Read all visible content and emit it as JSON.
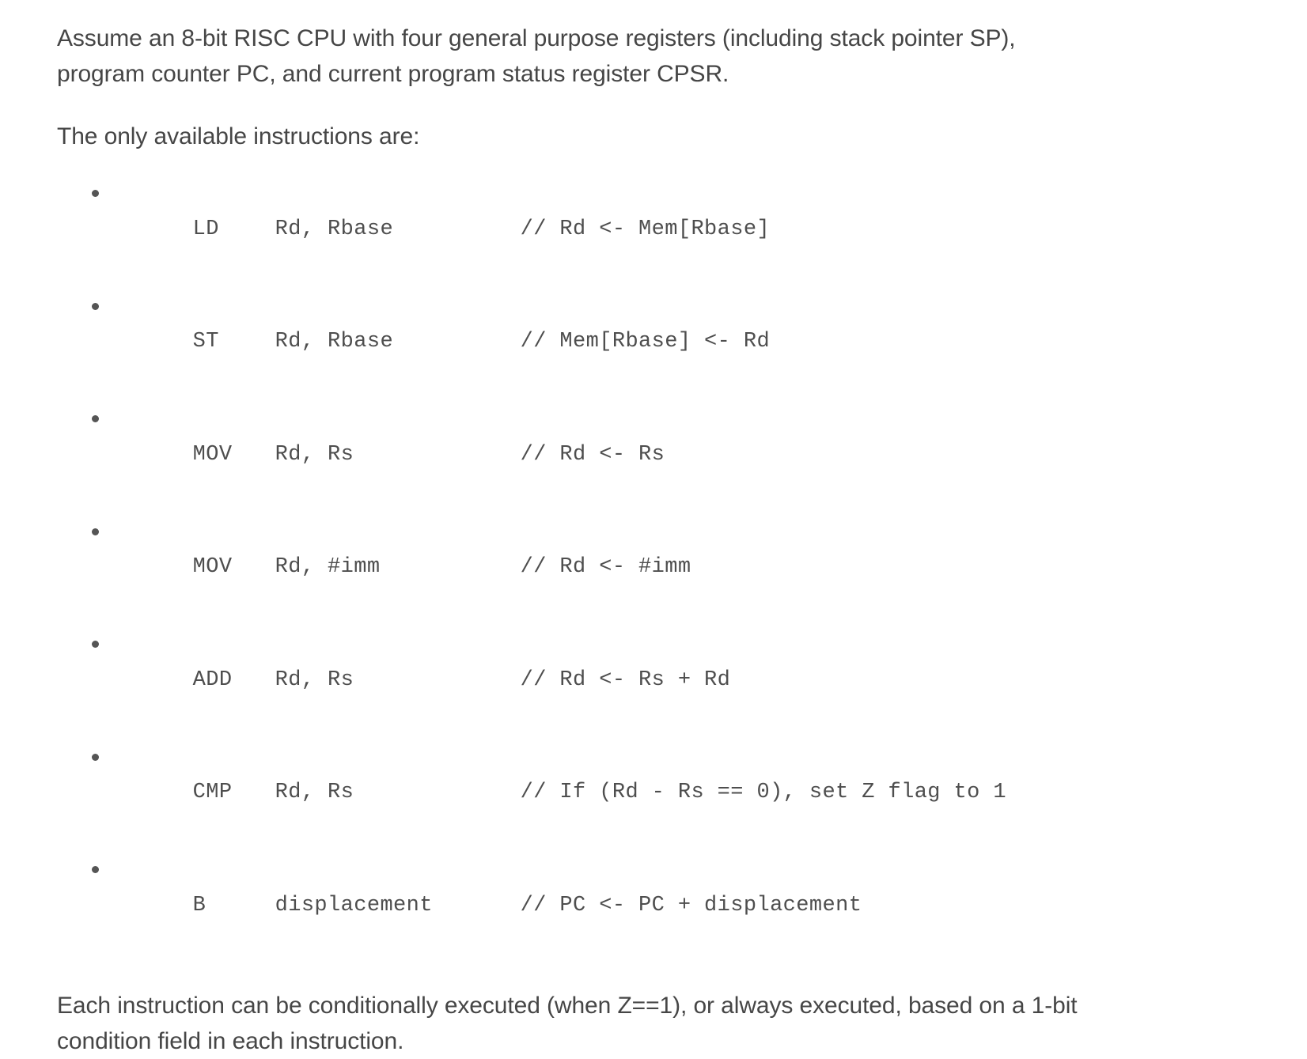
{
  "document": {
    "intro_paragraph": "Assume an 8-bit RISC CPU with four general purpose registers (including stack pointer SP), program counter PC, and current program status register CPSR.",
    "lead_in": "The only available instructions are:",
    "outro_paragraph": "Each instruction can be conditionally executed (when Z==1), or always executed, based on a 1-bit condition field in each instruction.",
    "instructions": [
      {
        "mnemonic": "LD",
        "operands": "Rd, Rbase",
        "comment": "// Rd <- Mem[Rbase]"
      },
      {
        "mnemonic": "ST",
        "operands": "Rd, Rbase",
        "comment": "// Mem[Rbase] <- Rd"
      },
      {
        "mnemonic": "MOV",
        "operands": "Rd, Rs",
        "comment": "// Rd <- Rs"
      },
      {
        "mnemonic": "MOV",
        "operands": "Rd, #imm",
        "comment": "// Rd <- #imm"
      },
      {
        "mnemonic": "ADD",
        "operands": "Rd, Rs",
        "comment": "// Rd <- Rs + Rd"
      },
      {
        "mnemonic": "CMP",
        "operands": "Rd, Rs",
        "comment": "// If (Rd - Rs == 0), set Z flag to 1"
      },
      {
        "mnemonic": "B",
        "operands": "displacement",
        "comment": "// PC <- PC + displacement"
      }
    ]
  },
  "style": {
    "background_color": "#ffffff",
    "text_color": "#464646",
    "code_color": "#4e4e4e",
    "bullet_color": "#555555"
  }
}
